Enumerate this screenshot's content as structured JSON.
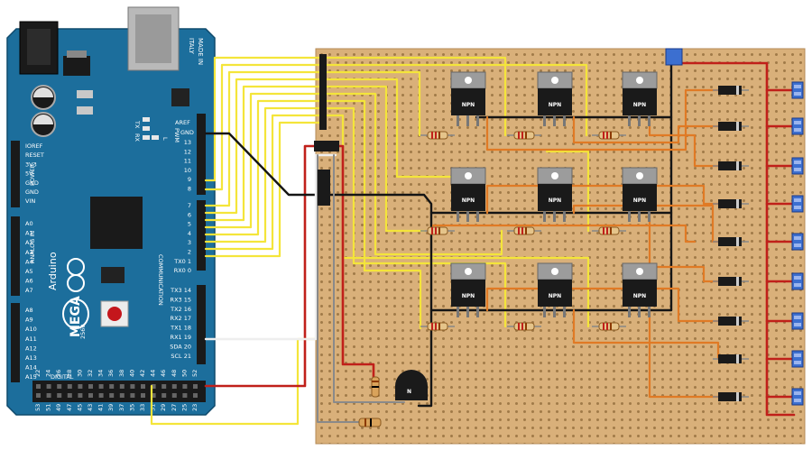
{
  "board": {
    "name": "Arduino",
    "model": "MEGA",
    "made_in": "MADE IN",
    "country": "ITALY",
    "aref": "AREF",
    "gnd": "GND",
    "pwm": "PWM",
    "tx": "TX",
    "rx": "RX",
    "l": "L",
    "communication": "COMMUNICATION",
    "digital": "DIGITAL",
    "power": "POWER",
    "analog_in": "ANALOG IN",
    "year": "2560",
    "power_pins": [
      "IOREF",
      "RESET",
      "3V3",
      "5V",
      "GND",
      "GND",
      "VIN"
    ],
    "analog_pins": [
      "A0",
      "A1",
      "A2",
      "A3",
      "A4",
      "A5",
      "A6",
      "A7",
      "A8",
      "A9",
      "A10",
      "A11",
      "A12",
      "A13",
      "A14",
      "A15"
    ],
    "pwm_pins": [
      "13",
      "12",
      "11",
      "10",
      "9",
      "8",
      "7",
      "6",
      "5",
      "4",
      "3",
      "2"
    ],
    "comm_pins": [
      "TX0 1",
      "RX0 0",
      "TX3 14",
      "RX3 15",
      "TX2 16",
      "RX2 17",
      "TX1 18",
      "RX1 19",
      "SDA 20",
      "SCL 21"
    ],
    "digital_top_pins": [
      "22",
      "24",
      "26",
      "28",
      "30",
      "32",
      "34",
      "36",
      "38",
      "40",
      "42",
      "44",
      "46",
      "48",
      "50",
      "52"
    ],
    "digital_bottom_pins": [
      "53",
      "51",
      "49",
      "47",
      "45",
      "43",
      "41",
      "39",
      "37",
      "35",
      "33",
      "31",
      "29",
      "27",
      "25",
      "23"
    ]
  },
  "stripboard": {
    "transistor_label": "NPN",
    "small_transistor_label": "N"
  },
  "colors": {
    "board_blue": "#1c6e9c",
    "stripboard": "#d9b07a",
    "wire_yellow": "#f4e53a",
    "wire_red": "#c0201a",
    "wire_black": "#151515",
    "wire_orange": "#e07a25",
    "wire_white": "#eeeeee",
    "wire_gray": "#8a8a8a",
    "connector_blue": "#3c6fd0"
  }
}
